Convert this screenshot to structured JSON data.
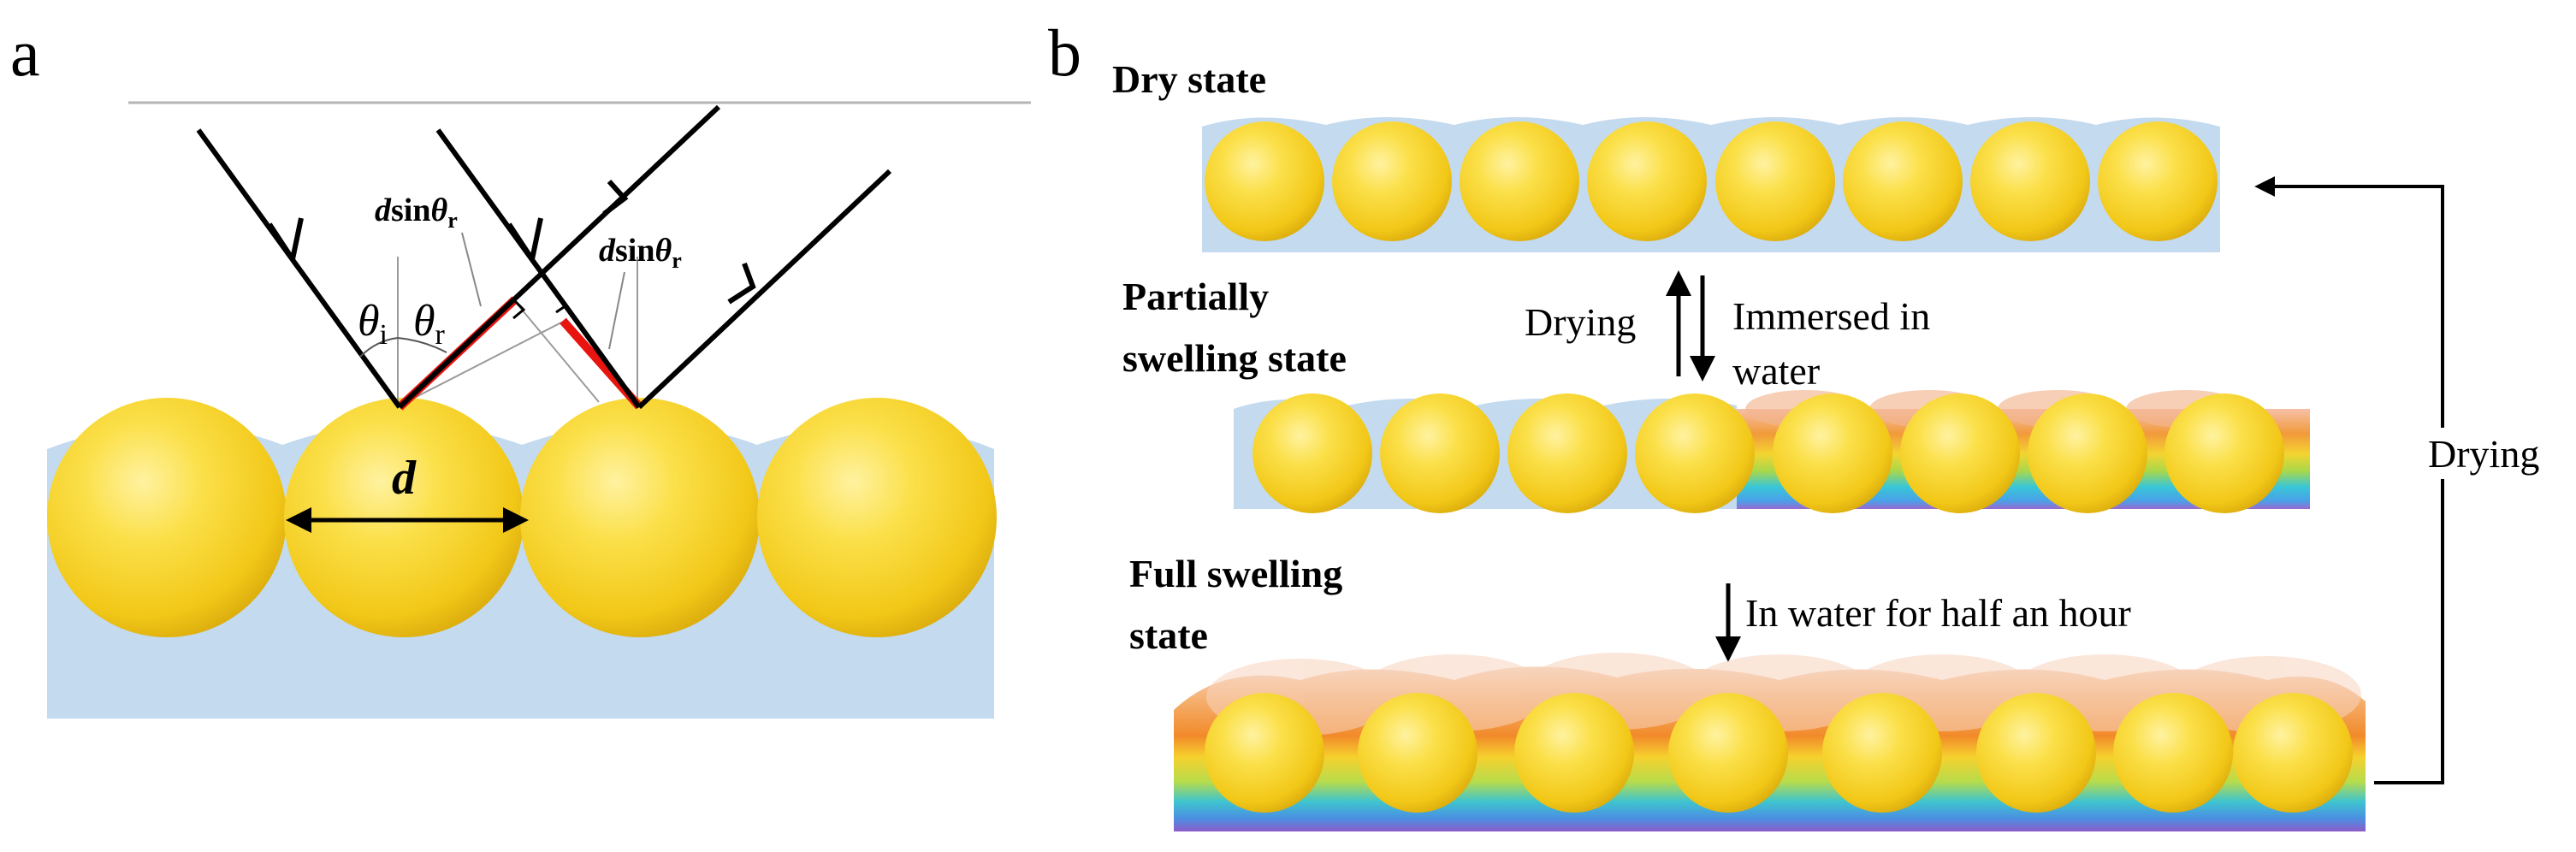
{
  "panel_a": {
    "label": "a",
    "dsin_left": {
      "prefix": "d",
      "mid": "sin",
      "theta": "θ",
      "sub": "r"
    },
    "dsin_right": {
      "prefix": "d",
      "mid": "sin",
      "theta": "θ",
      "sub": "r"
    },
    "theta_i": {
      "theta": "θ",
      "sub": "i"
    },
    "theta_r": {
      "theta": "θ",
      "sub": "r"
    },
    "d_label": "d"
  },
  "panel_b": {
    "label": "b",
    "dry_state": "Dry state",
    "partial_line1": "Partially",
    "partial_line2": "swelling state",
    "full_line1": "Full swelling",
    "full_line2": "state",
    "drying_left": "Drying",
    "immersed_line1": "Immersed in",
    "immersed_line2": "water",
    "half_hour": "In water for half an hour",
    "drying_right": "Drying"
  },
  "colors": {
    "sphere": "#f7d21d",
    "gel": "#c3daef",
    "red_segment": "#e8140f",
    "ray": "#000000"
  }
}
